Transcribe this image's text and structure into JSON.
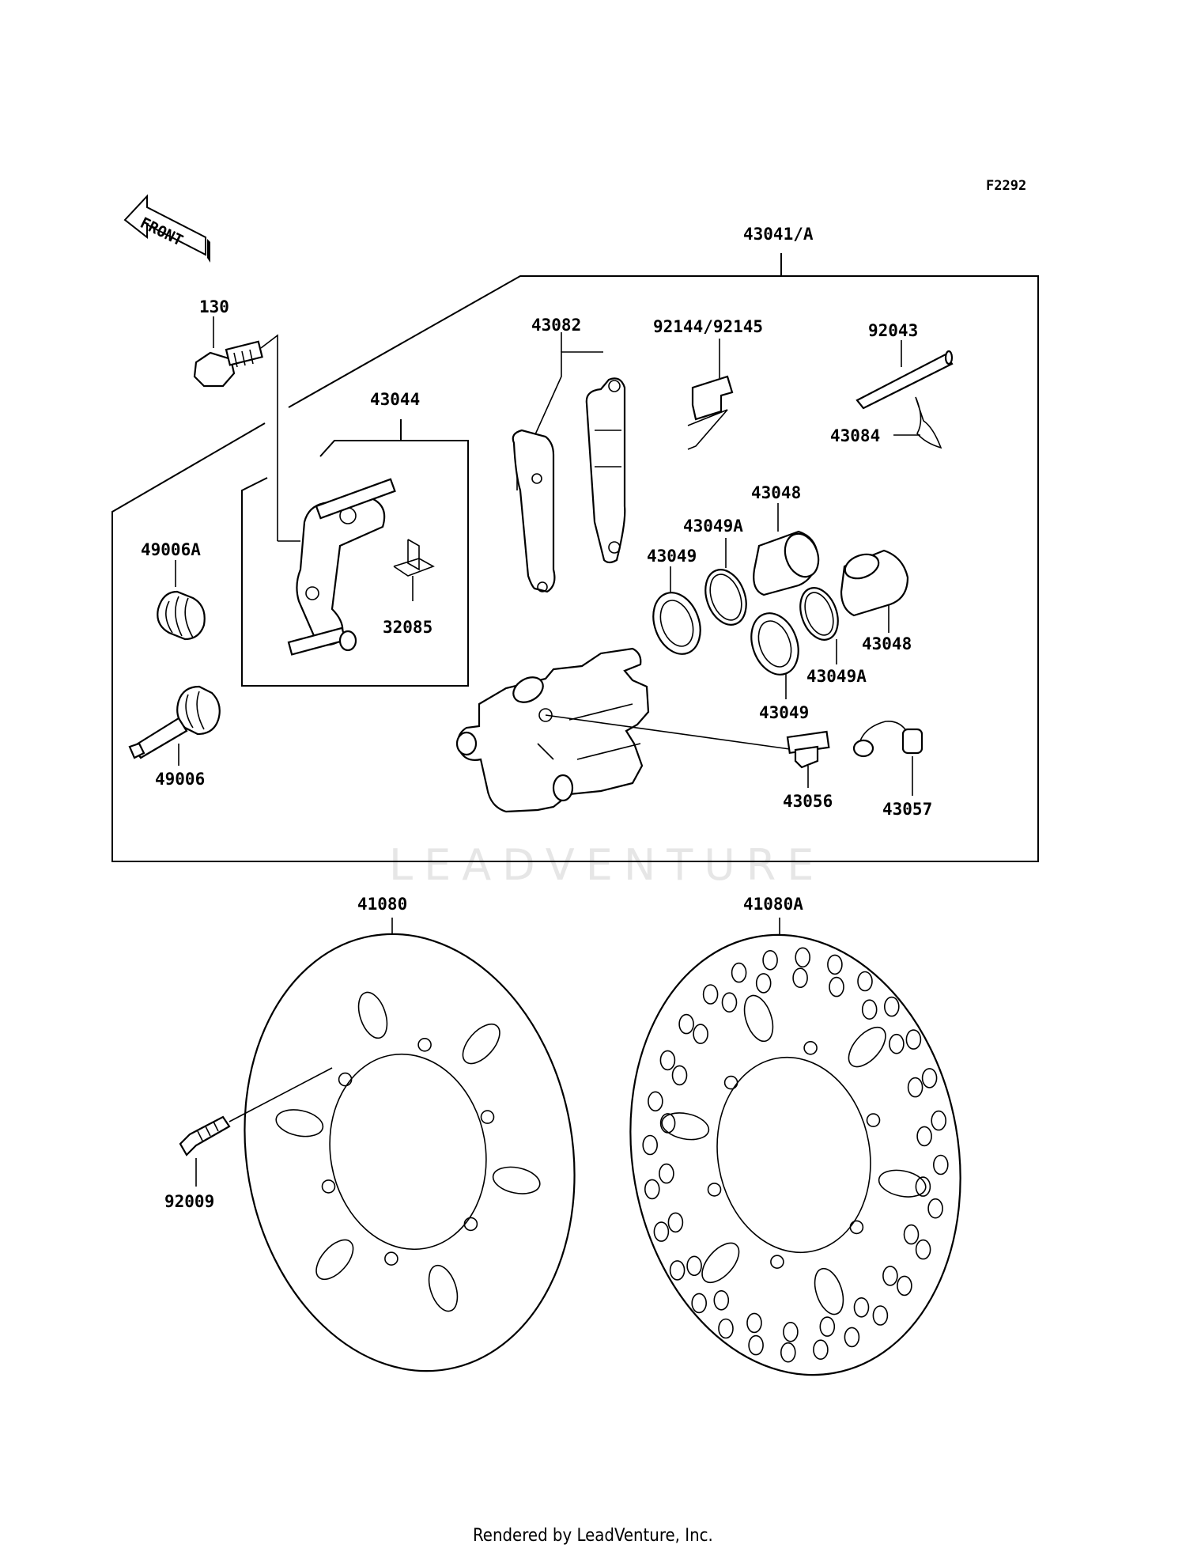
{
  "figure_code": "F2292",
  "front_arrow_label": "FRONT",
  "watermark": "LEADVENTURE",
  "footer": "Rendered by LeadVenture, Inc.",
  "labels": {
    "caliper_assembly": "43041/A",
    "bolt": "130",
    "bracket": "43044",
    "spring_32085": "32085",
    "pad_set": "43082",
    "pad_spring": "92144/92145",
    "pin": "92043",
    "clip": "43084",
    "piston_top": "43048",
    "piston_right": "43048",
    "seal_a_top": "43049A",
    "seal_a_right": "43049A",
    "seal_top": "43049",
    "seal_bottom": "43049",
    "boot_a": "49006A",
    "boot": "49006",
    "bleeder": "43056",
    "cap": "43057",
    "disc": "41080",
    "disc_a": "41080A",
    "screw": "92009"
  }
}
